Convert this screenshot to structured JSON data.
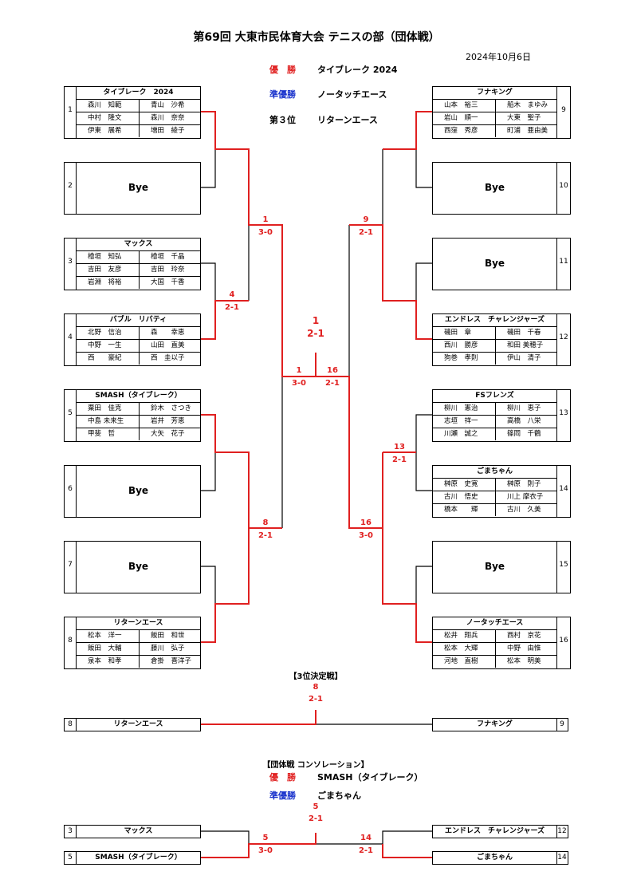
{
  "header": {
    "title": "第69回 大東市民体育大会 テニスの部（団体戦）",
    "date": "2024年10月6日"
  },
  "results": [
    {
      "label": "優　勝",
      "team": "タイブレーク 2024"
    },
    {
      "label": "準優勝",
      "team": "ノータッチエース"
    },
    {
      "label": "第３位",
      "team": "リターンエース"
    }
  ],
  "left_entries": [
    {
      "num": "1",
      "name": "タイブレーク　2024",
      "players": [
        [
          "森川　知範",
          "青山　沙希"
        ],
        [
          "中村　隆文",
          "森川　奈奈"
        ],
        [
          "伊東　展希",
          "増田　綾子"
        ]
      ]
    },
    {
      "num": "2",
      "bye": "Bye"
    },
    {
      "num": "3",
      "name": "マックス",
      "players": [
        [
          "檜垣　知弘",
          "檜垣　千晶"
        ],
        [
          "吉田　友彦",
          "吉田　玲奈"
        ],
        [
          "岩淵　将裕",
          "大国　千香"
        ]
      ]
    },
    {
      "num": "4",
      "name": "バブル　リバティ",
      "players": [
        [
          "北野　信治",
          "森　　幸恵"
        ],
        [
          "中野　一生",
          "山田　直美"
        ],
        [
          "西　　豪紀",
          "西　圭以子"
        ]
      ]
    },
    {
      "num": "5",
      "name": "SMASH（タイブレーク）",
      "players": [
        [
          "粟田　佳克",
          "鈴木　さつき"
        ],
        [
          "中島 未来生",
          "岩井　芳恵"
        ],
        [
          "甲斐　哲",
          "大矢　花子"
        ]
      ]
    },
    {
      "num": "6",
      "bye": "Bye"
    },
    {
      "num": "7",
      "bye": "Bye"
    },
    {
      "num": "8",
      "name": "リターンエース",
      "players": [
        [
          "松本　洋一",
          "飯田　和世"
        ],
        [
          "飯田　大輔",
          "藤川　弘子"
        ],
        [
          "泉本　和孝",
          "倉掛　喜洋子"
        ]
      ]
    }
  ],
  "right_entries": [
    {
      "num": "9",
      "name": "フナキング",
      "players": [
        [
          "山本　裕三",
          "船木　まゆみ"
        ],
        [
          "岩山　順一",
          "大東　聖子"
        ],
        [
          "西窪　秀彦",
          "町浦　亜由美"
        ]
      ]
    },
    {
      "num": "10",
      "bye": "Bye"
    },
    {
      "num": "11",
      "bye": "Bye"
    },
    {
      "num": "12",
      "name": "エンドレス　チャレンジャーズ",
      "players": [
        [
          "磯田　章",
          "磯田　千春"
        ],
        [
          "西川　勝彦",
          "和田 美穂子"
        ],
        [
          "狗巻　孝則",
          "伊山　清子"
        ]
      ]
    },
    {
      "num": "13",
      "name": "FSフレンズ",
      "players": [
        [
          "柳川　憲治",
          "柳川　恵子"
        ],
        [
          "志垣　祥一",
          "高橋　八栄"
        ],
        [
          "川瀬　誠之",
          "篠岡　千鶴"
        ]
      ]
    },
    {
      "num": "14",
      "name": "ごまちゃん",
      "players": [
        [
          "榊原　史寛",
          "榊原　則子"
        ],
        [
          "古川　悟史",
          "川上 摩衣子"
        ],
        [
          "橋本　　輝",
          "古川　久美"
        ]
      ]
    },
    {
      "num": "15",
      "bye": "Bye"
    },
    {
      "num": "16",
      "name": "ノータッチエース",
      "players": [
        [
          "松井　翔兵",
          "西村　京花"
        ],
        [
          "松本　大輝",
          "中野　由惟"
        ],
        [
          "河地　直樹",
          "松本　明美"
        ]
      ]
    }
  ],
  "scores": {
    "l_r1_a": {
      "winner": "1",
      "score": "3-0"
    },
    "l_r1_b": {
      "winner": "4",
      "score": "2-1"
    },
    "l_r1_c": {
      "winner": "8",
      "score": "2-1"
    },
    "l_semi": {
      "winner": "1",
      "score": "3-0"
    },
    "r_r1_a": {
      "winner": "9",
      "score": "2-1"
    },
    "r_r1_b": {
      "winner": "13",
      "score": "2-1"
    },
    "r_r1_c": {
      "winner": "16",
      "score": "3-0"
    },
    "r_semi": {
      "winner": "16",
      "score": "2-1"
    },
    "final": {
      "winner": "1",
      "score": "2-1"
    }
  },
  "third_place": {
    "heading": "【3位決定戦】",
    "winner": "8",
    "score": "2-1",
    "left": {
      "num": "8",
      "name": "リターンエース"
    },
    "right": {
      "num": "9",
      "name": "フナキング"
    }
  },
  "consolation": {
    "heading": "【団体戦 コンソレーション】",
    "results": [
      {
        "label": "優　勝",
        "team": "SMASH（タイブレーク）"
      },
      {
        "label": "準優勝",
        "team": "ごまちゃん"
      }
    ],
    "final": {
      "winner": "5",
      "score": "2-1"
    },
    "left_match": {
      "winner": "5",
      "score": "3-0"
    },
    "right_match": {
      "winner": "14",
      "score": "2-1"
    },
    "left": [
      {
        "num": "3",
        "name": "マックス"
      },
      {
        "num": "5",
        "name": "SMASH（タイブレーク）"
      }
    ],
    "right": [
      {
        "num": "12",
        "name": "エンドレス　チャレンジャーズ"
      },
      {
        "num": "14",
        "name": "ごまちゃん"
      }
    ]
  },
  "colors": {
    "win_line": "#e02020",
    "line": "#000000",
    "champion_label": "#e02020",
    "runnerup_label": "#1a33cc"
  }
}
